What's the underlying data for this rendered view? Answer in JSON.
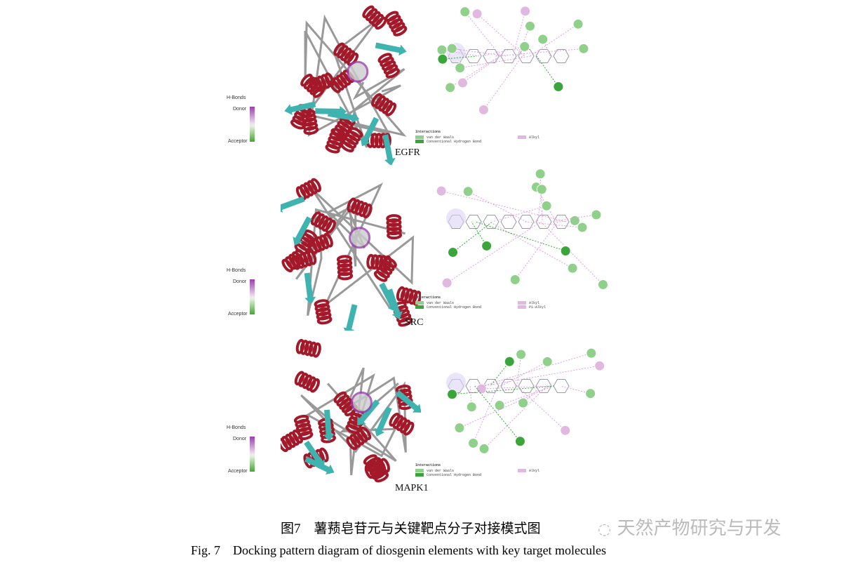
{
  "panels": [
    {
      "target": "EGFR",
      "legend_left": [
        "van der Waals",
        "Conventional Hydrogen Bond"
      ],
      "legend_right": [
        "Alkyl"
      ]
    },
    {
      "target": "SRC",
      "legend_left": [
        "van der Waals",
        "Conventional Hydrogen Bond"
      ],
      "legend_right": [
        "Alkyl",
        "Pi-Alkyl"
      ]
    },
    {
      "target": "MAPK1",
      "legend_left": [
        "van der Waals",
        "Conventional Hydrogen Bond"
      ],
      "legend_right": [
        "Alkyl"
      ]
    }
  ],
  "hbonds": {
    "title": "H-Bonds",
    "donor": "Donor",
    "acceptor": "Acceptor"
  },
  "legend_title": "Interactions",
  "colors": {
    "helix": "#a3192a",
    "sheet": "#3fb3b0",
    "vdw": "#8fd08a",
    "hbond": "#3aa53a",
    "alkyl": "#e0b8e0"
  },
  "caption": {
    "cn": "图7　薯蓣皂苷元与关键靶点分子对接模式图",
    "en": "Fig. 7　Docking pattern diagram of diosgenin elements with key target molecules",
    "watermark": "天然产物研究与开发"
  }
}
